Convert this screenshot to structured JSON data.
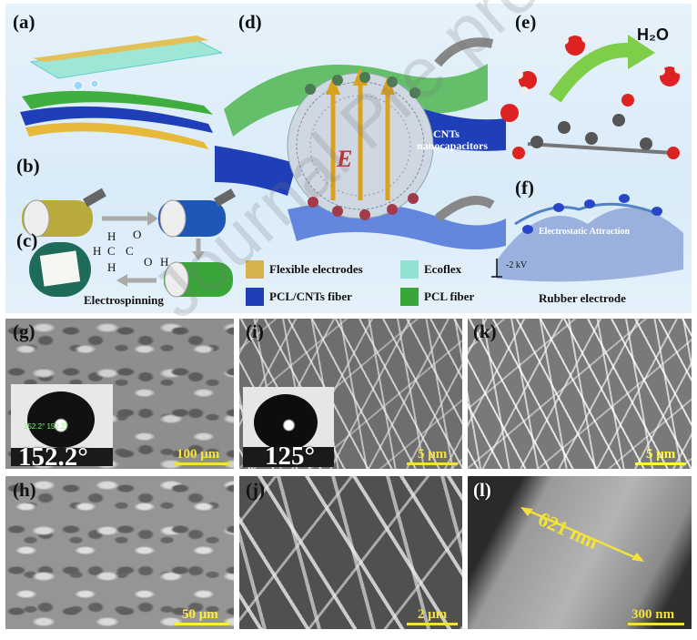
{
  "panels": {
    "a": "(a)",
    "b": "(b)",
    "c": "(c)",
    "d": "(d)",
    "e": "(e)",
    "f": "(f)",
    "g": "(g)",
    "h": "(h)",
    "i": "(i)",
    "j": "(j)",
    "k": "(k)",
    "l": "(l)"
  },
  "schematic": {
    "water_label": "H₂O",
    "cnt_label_line1": "CNTs",
    "cnt_label_line2": "nanocapacitors",
    "field_label": "E",
    "electrospinning_label": "Electrospinning",
    "electrostatic_label": "Electrostatic Attraction",
    "voltage_label": "-2 kV",
    "rubber_label": "Rubber electrode",
    "chem_atoms": {
      "h1": "H",
      "h2": "H",
      "h3": "H",
      "h4": "H",
      "c1": "C",
      "c2": "C",
      "o1": "O",
      "o2": "O"
    }
  },
  "legend": [
    {
      "label": "Flexible electrodes",
      "color": "#d4b44a"
    },
    {
      "label": "Ecoflex",
      "color": "#8fe3d0"
    },
    {
      "label": "PCL/CNTs fiber",
      "color": "#1f3fb8"
    },
    {
      "label": "PCL fiber",
      "color": "#3aa63a"
    }
  ],
  "sem": {
    "g": {
      "scale": "100 μm",
      "contact_angle": "152.2°",
      "inset_readout": "152.2° 152.2°"
    },
    "h": {
      "scale": "50 μm"
    },
    "i": {
      "scale": "5 μm",
      "contact_angle": "125°"
    },
    "j": {
      "scale": "2 μm"
    },
    "k": {
      "scale": "5 μm"
    },
    "l": {
      "scale": "300 nm",
      "diameter": "621 nm"
    }
  },
  "watermark": "Journal Pre-proof",
  "colors": {
    "scale": "#f4e23a",
    "background": "#dcecf8"
  }
}
